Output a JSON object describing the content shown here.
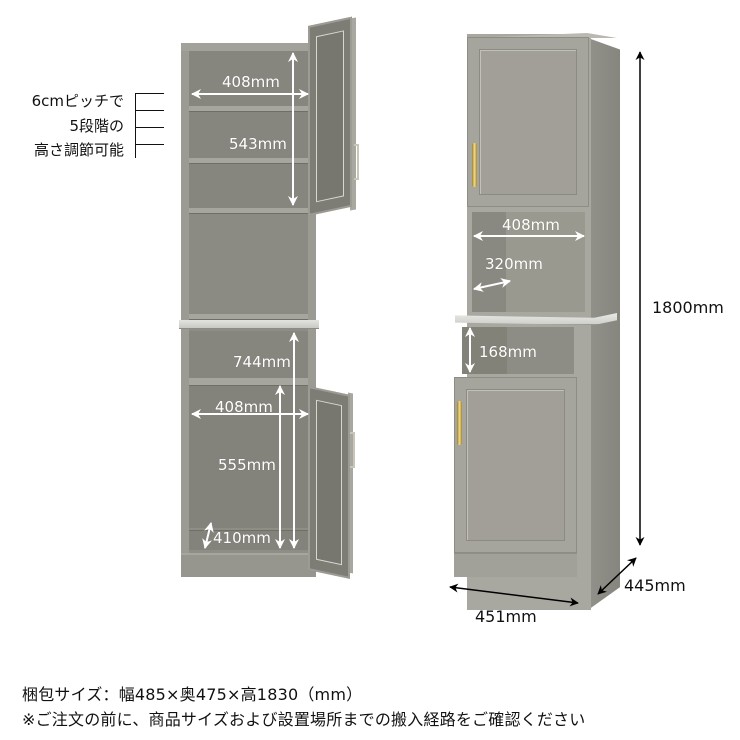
{
  "annotation": {
    "shelf_note_lines": [
      "6cmピッチで",
      "5段階の",
      "高さ調節可能"
    ]
  },
  "left_cabinet": {
    "upper_width": "408mm",
    "upper_height": "543mm",
    "middle_height": "744mm",
    "lower_width": "408mm",
    "lower_height": "555mm",
    "lower_depth": "410mm"
  },
  "right_cabinet": {
    "open_width": "408mm",
    "open_depth": "320mm",
    "niche_height": "168mm",
    "total_height": "1800mm",
    "total_depth": "445mm",
    "total_width": "451mm"
  },
  "footer": {
    "package_size": "梱包サイズ：幅485×奥475×高1830（mm）",
    "notice": "※ご注文の前に、商品サイズおよび設置場所までの搬入経路をご確認ください"
  },
  "colors": {
    "cabinet_gray": "#a9a8a0",
    "interior_gray": "#87867e",
    "handle_gold": "#d9c06a",
    "dimension_white": "#ffffff",
    "dimension_black": "#111111"
  }
}
